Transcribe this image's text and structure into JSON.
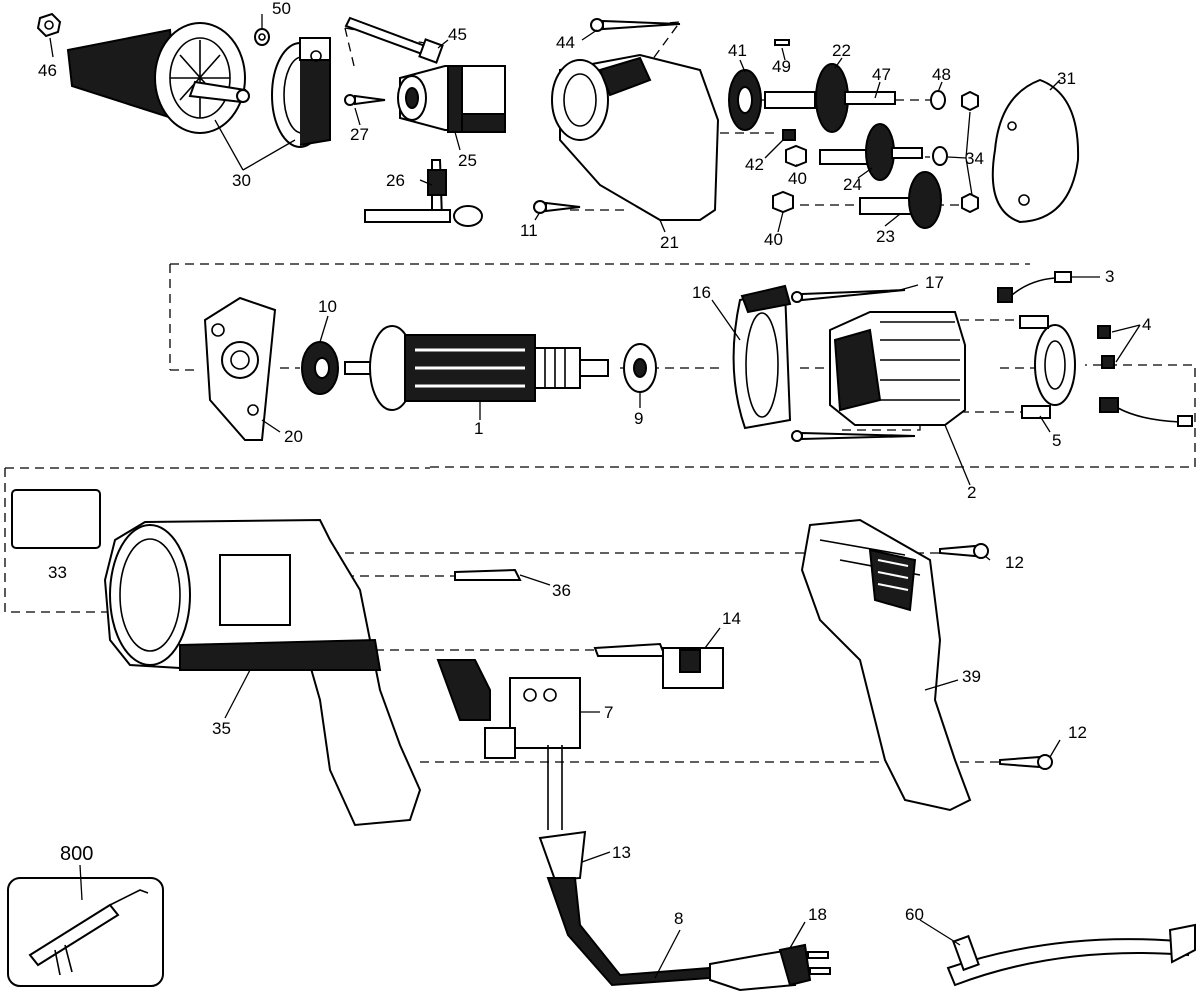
{
  "labels": {
    "p1": "1",
    "p2": "2",
    "p3": "3",
    "p4": "4",
    "p5": "5",
    "p7": "7",
    "p8": "8",
    "p9": "9",
    "p10": "10",
    "p11": "11",
    "p12a": "12",
    "p12b": "12",
    "p13": "13",
    "p14": "14",
    "p16": "16",
    "p17": "17",
    "p18": "18",
    "p20": "20",
    "p21": "21",
    "p22": "22",
    "p23": "23",
    "p24": "24",
    "p25": "25",
    "p26": "26",
    "p27": "27",
    "p30": "30",
    "p31": "31",
    "p33": "33",
    "p34": "34",
    "p35": "35",
    "p36": "36",
    "p39": "39",
    "p40a": "40",
    "p40b": "40",
    "p41": "41",
    "p42": "42",
    "p44": "44",
    "p45": "45",
    "p46": "46",
    "p47": "47",
    "p48": "48",
    "p49": "49",
    "p50": "50",
    "p60": "60",
    "p800": "800"
  }
}
